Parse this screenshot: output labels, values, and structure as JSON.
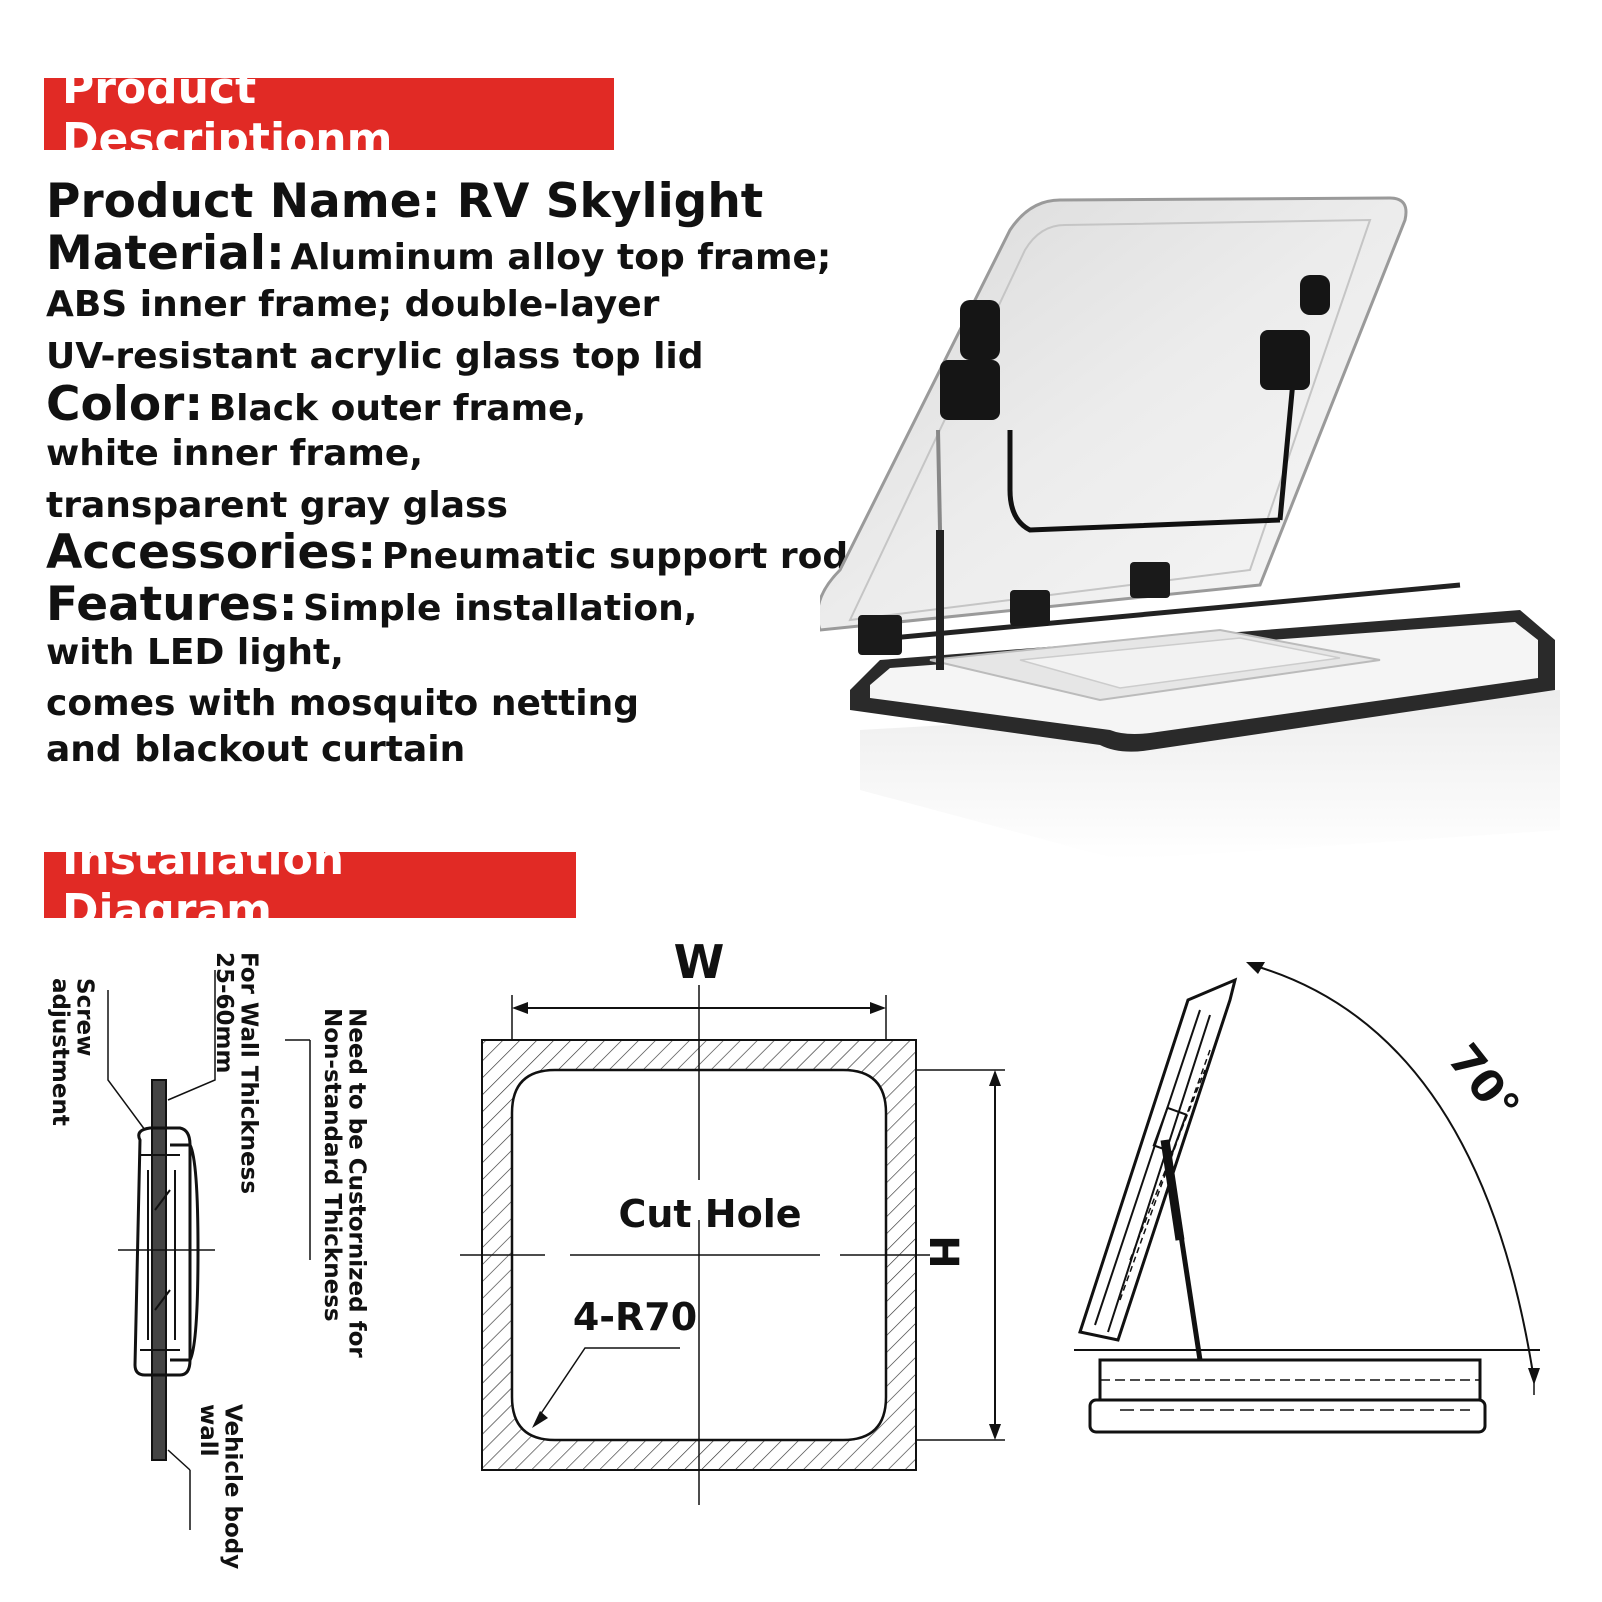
{
  "banners": {
    "description": "Product Descriptionm",
    "installation": "Installation Diagram"
  },
  "spec": {
    "product_name_label": "Product Name:",
    "product_name_value": "RV Skylight",
    "material_label": "Material:",
    "material_line1": "Aluminum alloy top frame;",
    "material_line2": "ABS inner frame; double-layer",
    "material_line3": "UV-resistant acrylic glass top lid",
    "color_label": "Color:",
    "color_line1": "Black outer frame,",
    "color_line2": "white inner frame,",
    "color_line3": "transparent gray glass",
    "accessories_label": "Accessories:",
    "accessories_value": "Pneumatic support rod",
    "features_label": "Features:",
    "features_line1": "Simple installation,",
    "features_line2": "with LED light,",
    "features_line3": "comes with mosquito netting",
    "features_line4": "and blackout curtain"
  },
  "side_diagram": {
    "screw_line1": "Screw",
    "screw_line2": "adjustment",
    "wall_line1": "For Wall Thickness",
    "wall_line2": "25-60mm",
    "custom_line1": "Need to be Custornized for",
    "custom_line2": "Non-standard Thickness",
    "vehicle_line1": "Vehicle body",
    "vehicle_line2": "wall"
  },
  "cut_diagram": {
    "width_label": "W",
    "height_label": "H",
    "center_label": "Cut Hole",
    "radius_label": "4-R70"
  },
  "angle_diagram": {
    "angle_label": "70°"
  }
}
